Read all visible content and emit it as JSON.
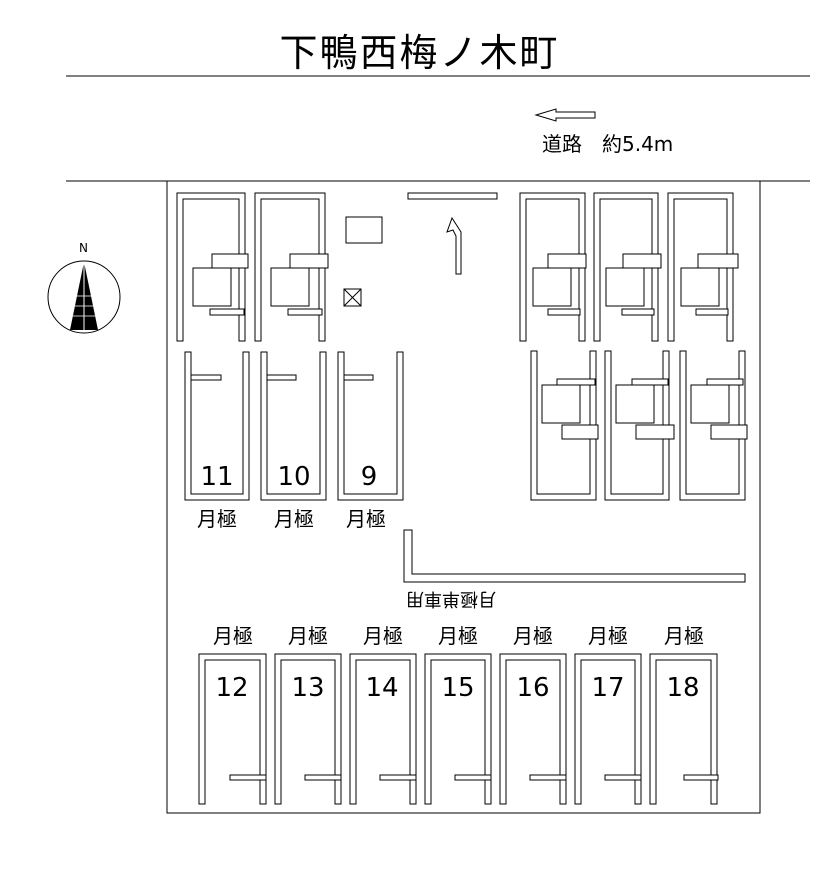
{
  "title": "下鴨西梅ノ木町",
  "road": {
    "label": "道路　約5.4m"
  },
  "compass": {
    "label": "N"
  },
  "bicycle_area": {
    "label": "月極単車用"
  },
  "spaces": {
    "top_row": [
      {
        "number": "11",
        "type": "月極"
      },
      {
        "number": "10",
        "type": "月極"
      },
      {
        "number": "9",
        "type": "月極"
      }
    ],
    "bottom_row": [
      {
        "number": "12",
        "type": "月極"
      },
      {
        "number": "13",
        "type": "月極"
      },
      {
        "number": "14",
        "type": "月極"
      },
      {
        "number": "15",
        "type": "月極"
      },
      {
        "number": "16",
        "type": "月極"
      },
      {
        "number": "17",
        "type": "月極"
      },
      {
        "number": "18",
        "type": "月極"
      }
    ]
  }
}
